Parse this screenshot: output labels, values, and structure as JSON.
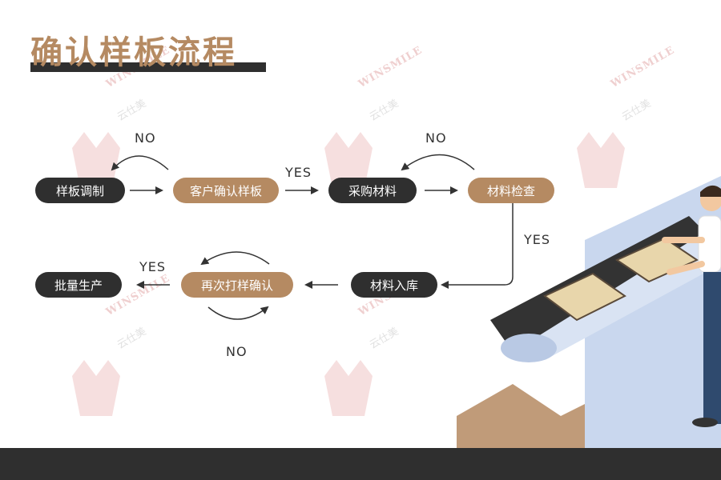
{
  "title": "确认样板流程",
  "nodes": {
    "sample_blending": "样板调制",
    "customer_confirm": "客户确认样板",
    "material_purchase": "采购材料",
    "material_inspection": "材料检查",
    "material_storage": "材料入库",
    "reproof_confirm": "再次打样确认",
    "mass_production": "批量生产"
  },
  "edge_labels": {
    "no_1": "NO",
    "yes_1": "YES",
    "no_2": "NO",
    "yes_2": "YES",
    "yes_3": "YES",
    "no_3": "NO"
  },
  "watermark": {
    "brand": "WINSMILE",
    "brand_cn": "云仕美"
  },
  "colors": {
    "accent": "#b58a62",
    "dark": "#2f2f2f"
  }
}
